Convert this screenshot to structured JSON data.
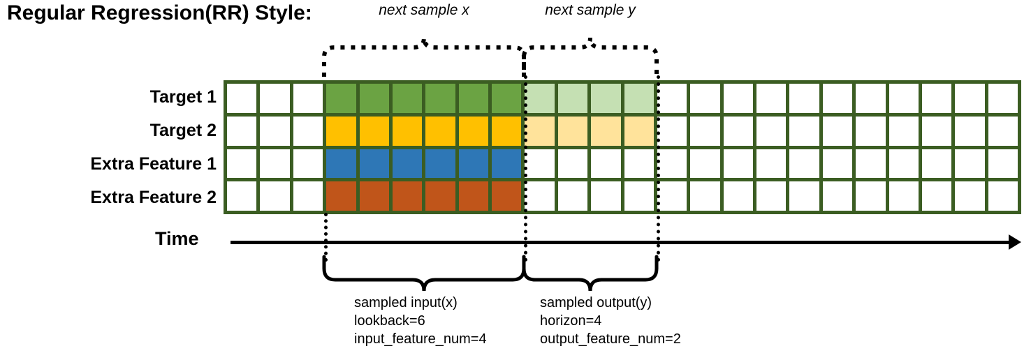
{
  "title": "Regular Regression(RR) Style:",
  "row_labels": [
    "Target 1",
    "Target 2",
    "Extra Feature 1",
    "Extra Feature 2"
  ],
  "time_axis": {
    "label": "Time"
  },
  "top_braces": [
    {
      "label": "next sample x"
    },
    {
      "label": "next sample y"
    }
  ],
  "bottom_braces": [
    {
      "line1": "sampled input(x)",
      "line2": "lookback=6",
      "line3": "input_feature_num=4"
    },
    {
      "line1": "sampled output(y)",
      "line2": "horizon=4",
      "line3": "output_feature_num=2"
    }
  ],
  "chart_data": {
    "type": "heatmap",
    "title": "Regular Regression(RR) Style:",
    "xlabel": "Time",
    "ylabel": "",
    "grid": true,
    "columns": 24,
    "rows": 4,
    "row_names": [
      "Target 1",
      "Target 2",
      "Extra Feature 1",
      "Extra Feature 2"
    ],
    "lookback": 6,
    "horizon": 4,
    "input_feature_num": 4,
    "output_feature_num": 2,
    "input_start_col": 4,
    "input_end_col": 9,
    "output_start_col": 10,
    "output_end_col": 13,
    "legend": [
      {
        "name": "Target 1 input",
        "color": "#6ba343"
      },
      {
        "name": "Target 2 input",
        "color": "#ffc000"
      },
      {
        "name": "Extra Feature 1 input",
        "color": "#2e77b6"
      },
      {
        "name": "Extra Feature 2 input",
        "color": "#c0551a"
      },
      {
        "name": "Target 1 output",
        "color": "#c5e0b3"
      },
      {
        "name": "Target 2 output",
        "color": "#ffe39b"
      },
      {
        "name": "empty cell",
        "color": "#ffffff"
      }
    ],
    "cells": [
      [
        "#ffffff",
        "#ffffff",
        "#ffffff",
        "#6ba343",
        "#6ba343",
        "#6ba343",
        "#6ba343",
        "#6ba343",
        "#6ba343",
        "#c5e0b3",
        "#c5e0b3",
        "#c5e0b3",
        "#c5e0b3",
        "#ffffff",
        "#ffffff",
        "#ffffff",
        "#ffffff",
        "#ffffff",
        "#ffffff",
        "#ffffff",
        "#ffffff",
        "#ffffff",
        "#ffffff",
        "#ffffff"
      ],
      [
        "#ffffff",
        "#ffffff",
        "#ffffff",
        "#ffc000",
        "#ffc000",
        "#ffc000",
        "#ffc000",
        "#ffc000",
        "#ffc000",
        "#ffe39b",
        "#ffe39b",
        "#ffe39b",
        "#ffe39b",
        "#ffffff",
        "#ffffff",
        "#ffffff",
        "#ffffff",
        "#ffffff",
        "#ffffff",
        "#ffffff",
        "#ffffff",
        "#ffffff",
        "#ffffff",
        "#ffffff"
      ],
      [
        "#ffffff",
        "#ffffff",
        "#ffffff",
        "#2e77b6",
        "#2e77b6",
        "#2e77b6",
        "#2e77b6",
        "#2e77b6",
        "#2e77b6",
        "#ffffff",
        "#ffffff",
        "#ffffff",
        "#ffffff",
        "#ffffff",
        "#ffffff",
        "#ffffff",
        "#ffffff",
        "#ffffff",
        "#ffffff",
        "#ffffff",
        "#ffffff",
        "#ffffff",
        "#ffffff",
        "#ffffff"
      ],
      [
        "#ffffff",
        "#ffffff",
        "#ffffff",
        "#c0551a",
        "#c0551a",
        "#c0551a",
        "#c0551a",
        "#c0551a",
        "#c0551a",
        "#ffffff",
        "#ffffff",
        "#ffffff",
        "#ffffff",
        "#ffffff",
        "#ffffff",
        "#ffffff",
        "#ffffff",
        "#ffffff",
        "#ffffff",
        "#ffffff",
        "#ffffff",
        "#ffffff",
        "#ffffff",
        "#ffffff"
      ]
    ],
    "annotations": [
      "next sample x",
      "next sample y",
      "sampled input(x)",
      "lookback=6",
      "input_feature_num=4",
      "sampled output(y)",
      "horizon=4",
      "output_feature_num=2"
    ]
  },
  "colors": {
    "grid_border": "#3b5d22",
    "target1": "#6ba343",
    "target2": "#ffc000",
    "feature1": "#2e77b6",
    "feature2": "#c0551a",
    "target1_light": "#c5e0b3",
    "target2_light": "#ffe39b",
    "empty": "#ffffff",
    "ink": "#000000"
  }
}
